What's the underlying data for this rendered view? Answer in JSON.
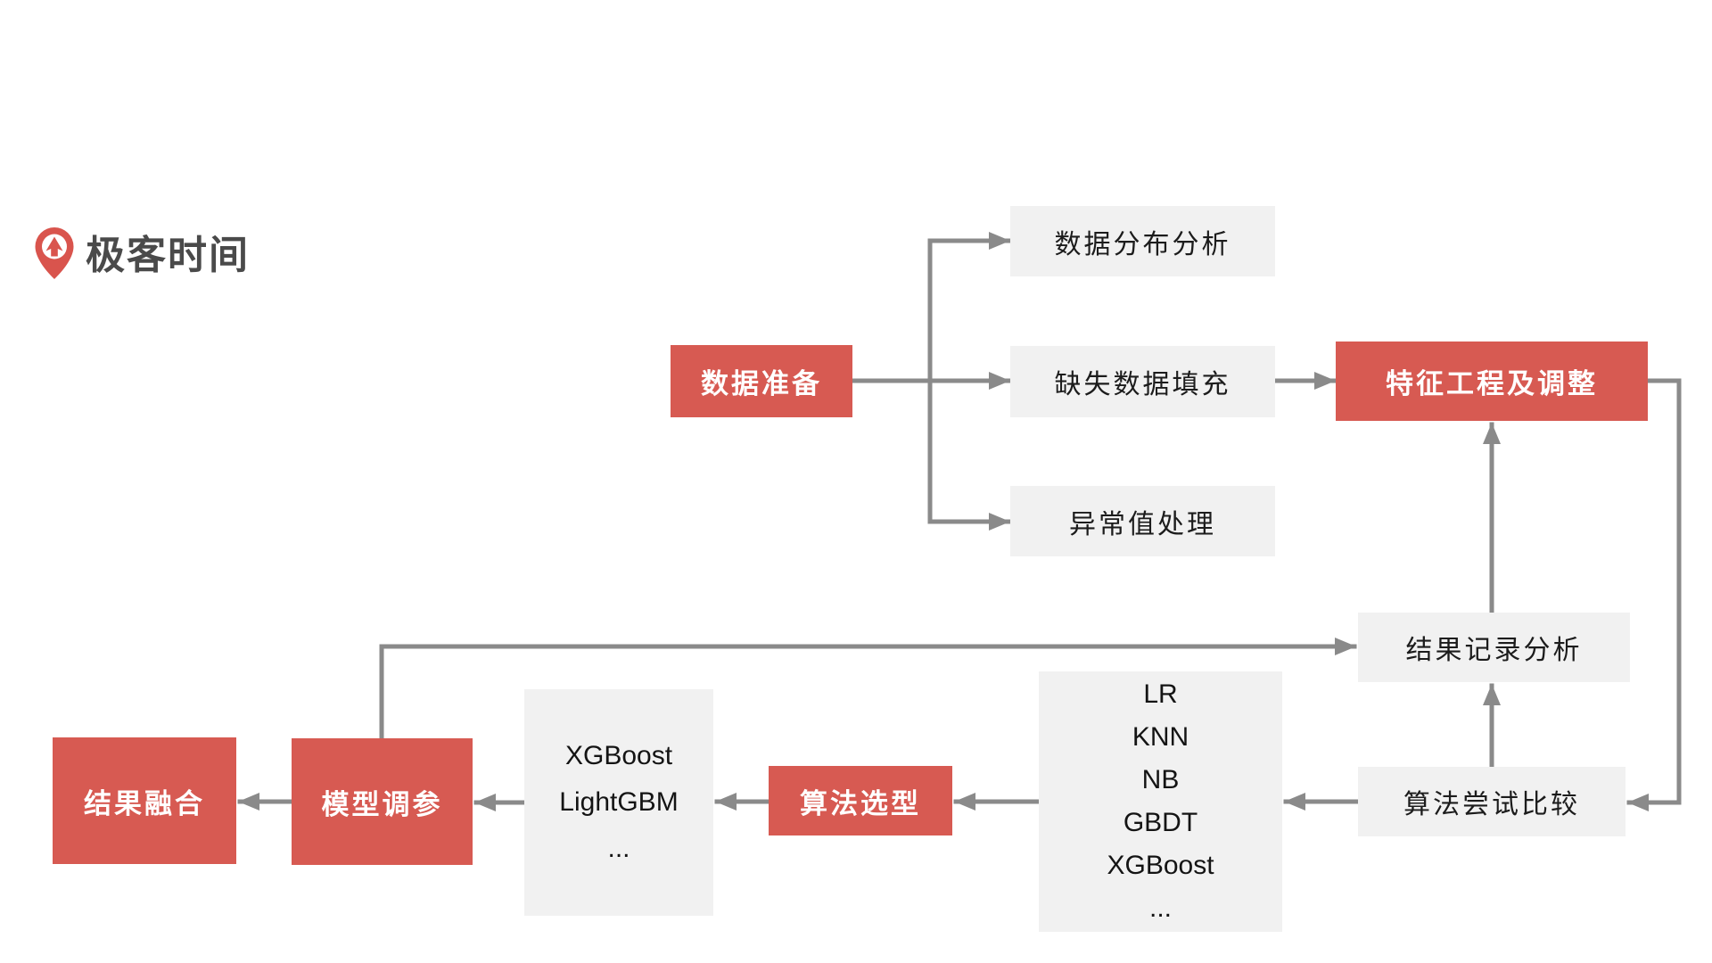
{
  "logo": {
    "text": "极客时间",
    "icon": "geektime-pin-icon"
  },
  "colors": {
    "accent_red": "#d75a52",
    "step_gray": "#f1f1f1",
    "line_gray": "#8a8a8a",
    "logo_red": "#d9544d",
    "logo_text_gray": "#4a4a4a"
  },
  "diagram": {
    "nodes": {
      "data_prep": {
        "label": "数据准备"
      },
      "dist_analysis": {
        "label": "数据分布分析"
      },
      "missing_fill": {
        "label": "缺失数据填充"
      },
      "outlier_handling": {
        "label": "异常值处理"
      },
      "feature_eng": {
        "label": "特征工程及调整"
      },
      "result_record": {
        "label": "结果记录分析"
      },
      "algo_compare": {
        "label": "算法尝试比较"
      },
      "algo_candidates": {
        "lines": [
          "LR",
          "KNN",
          "NB",
          "GBDT",
          "XGBoost",
          "..."
        ]
      },
      "algo_select": {
        "label": "算法选型"
      },
      "model_candidates": {
        "lines": [
          "XGBoost",
          "LightGBM",
          "..."
        ]
      },
      "model_tuning": {
        "label": "模型调参"
      },
      "result_fusion": {
        "label": "结果融合"
      }
    }
  }
}
